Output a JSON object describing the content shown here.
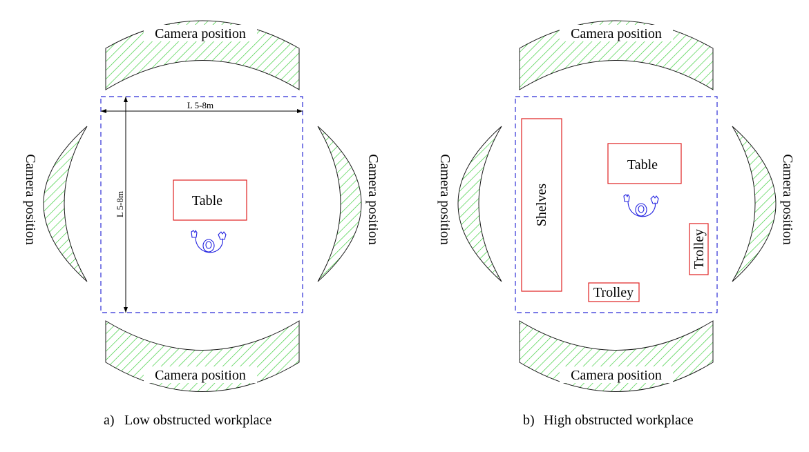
{
  "panels": {
    "a": {
      "camera_labels": {
        "top": "Camera position",
        "bottom": "Camera position",
        "left": "Camera position",
        "right": "Camera position"
      },
      "table_label": "Table",
      "dimension_horizontal": "L 5-8m",
      "dimension_vertical": "L 5-8m",
      "caption_marker": "a)",
      "caption_text": "Low obstructed workplace"
    },
    "b": {
      "camera_labels": {
        "top": "Camera position",
        "bottom": "Camera position",
        "left": "Camera position",
        "right": "Camera position"
      },
      "table_label": "Table",
      "shelves_label": "Shelves",
      "trolley_bottom_label": "Trolley",
      "trolley_side_label": "Trolley",
      "caption_marker": "b)",
      "caption_text": "High obstructed workplace"
    }
  },
  "colors": {
    "hatch": "#33cc33",
    "workspace_boundary": "#2b2bd6",
    "objects": "#e02020",
    "person": "#1f1fe0"
  }
}
